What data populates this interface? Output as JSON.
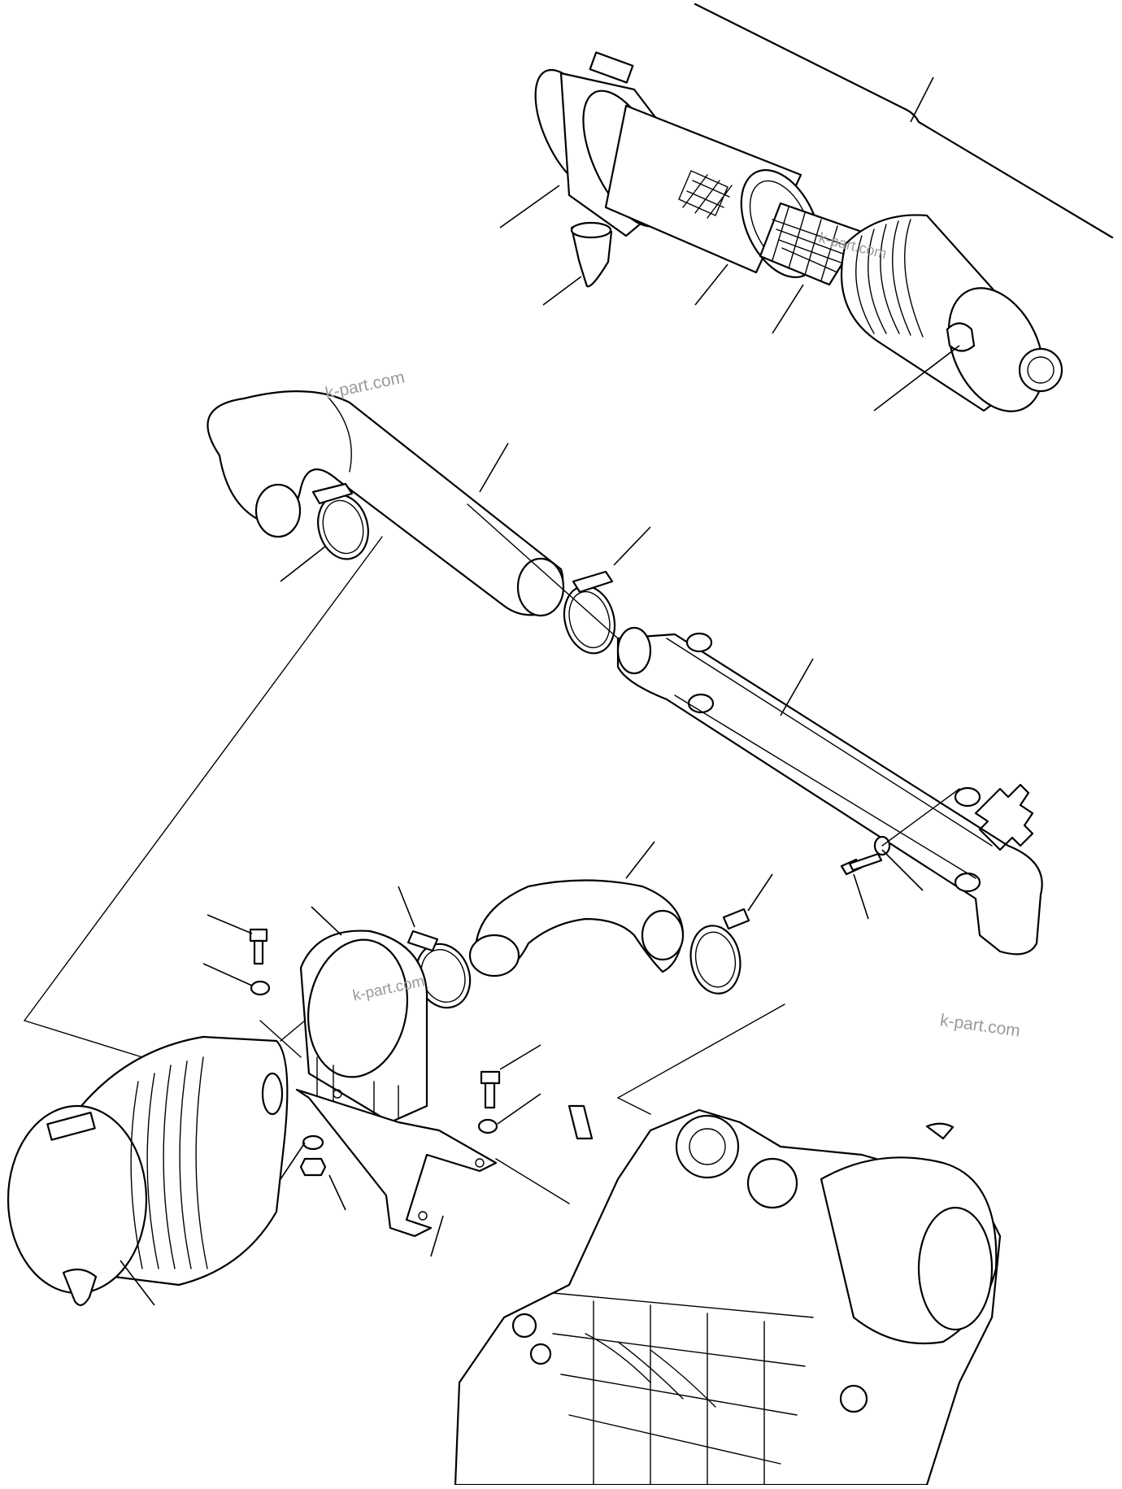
{
  "watermarks": [
    "k-part.com",
    "k-part.com",
    "k-part.com",
    "k-part.com"
  ],
  "leaders": [
    "air-cleaner-housing",
    "dust-valve",
    "outer-element",
    "inner-element",
    "air-cleaner-cap",
    "hose-upper",
    "clamp-upper-left",
    "clamp-upper-right",
    "intake-pipe",
    "washer-pipe",
    "bolt-pipe",
    "elbow-hose",
    "clamp-elbow-left",
    "clamp-elbow-right",
    "bolt-bracket-left",
    "washer-bracket-left",
    "support-band",
    "bolt-bracket-right",
    "washer-bracket-right",
    "washer-bottom",
    "nut-bottom",
    "bracket-plate",
    "air-cleaner-assembly"
  ],
  "symbols": {
    "wrench_mark": "wrench-icon"
  }
}
